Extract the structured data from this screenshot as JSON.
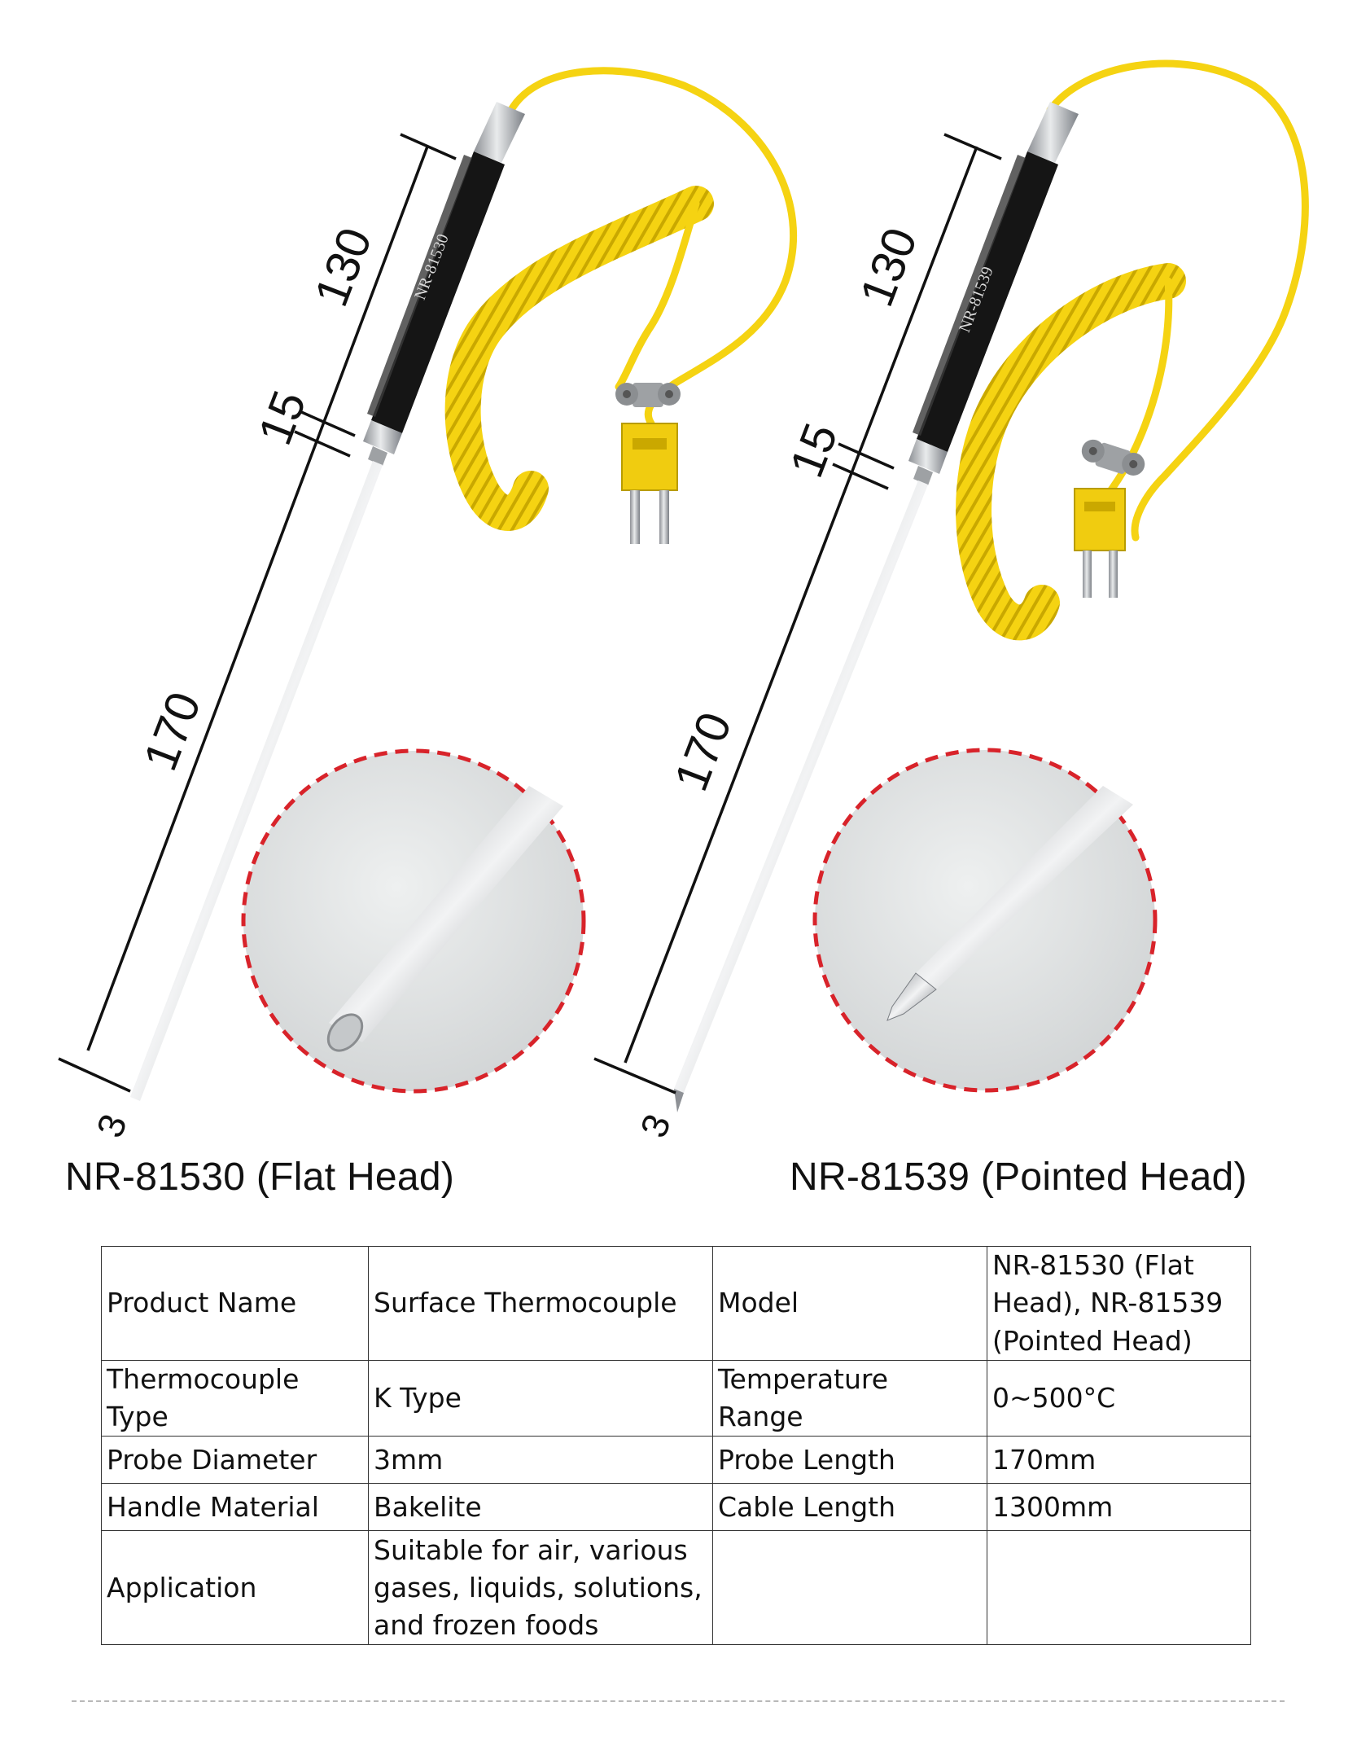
{
  "dimensions": {
    "probe_a": {
      "handle": "130",
      "collar": "15",
      "probe": "170",
      "diameter": "3"
    },
    "probe_b": {
      "handle": "130",
      "collar": "15",
      "probe": "170",
      "diameter": "3"
    }
  },
  "handle_text": {
    "probe_a": "NR-81530",
    "probe_b": "NR-81539"
  },
  "captions": {
    "left": "NR-81530 (Flat Head)",
    "right": "NR-81539 (Pointed Head)"
  },
  "specs": {
    "rows": [
      {
        "label1": "Product Name",
        "value1": "Surface Thermocouple",
        "label2": "Model",
        "value2": "NR-81530 (Flat Head), NR-81539 (Pointed Head)"
      },
      {
        "label1": "Thermocouple Type",
        "value1": "K Type",
        "label2": "Temperature Range",
        "value2": "0~500°C"
      },
      {
        "label1": "Probe Diameter",
        "value1": "3mm",
        "label2": "Probe Length",
        "value2": "170mm"
      },
      {
        "label1": "Handle Material",
        "value1": "Bakelite",
        "label2": "Cable Length",
        "value2": "1300mm"
      },
      {
        "label1": "Application",
        "value1": "Suitable for air, various gases, liquids, solutions, and frozen foods",
        "label2": "",
        "value2": ""
      }
    ]
  },
  "colors": {
    "cable": "#f5d312",
    "cable_shadow": "#c9a800",
    "handle": "#151515",
    "steel": "#b9bcbf",
    "zoom_border": "#d8232a",
    "zoom_fill": "#e3e5e5"
  }
}
